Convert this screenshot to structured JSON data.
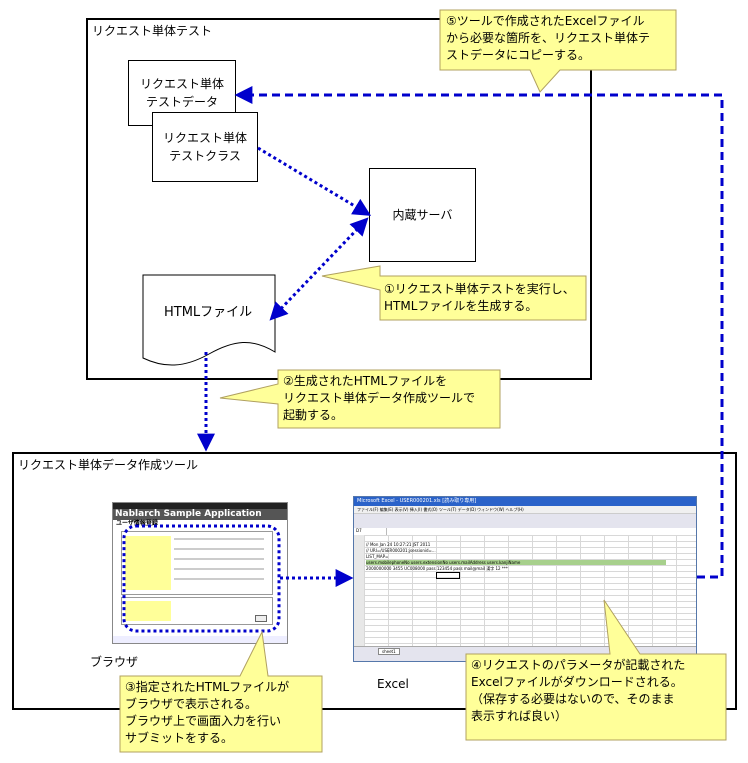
{
  "frames": {
    "test_frame_title": "リクエスト単体テスト",
    "tool_frame_title": "リクエスト単体データ作成ツール"
  },
  "nodes": {
    "test_data": [
      "リクエスト単体",
      "テストデータ"
    ],
    "test_class": [
      "リクエスト単体",
      "テストクラス"
    ],
    "server": "内蔵サーバ",
    "html_file": "HTMLファイル"
  },
  "callouts": {
    "c1": [
      "①リクエスト単体テストを実行し、",
      "HTMLファイルを生成する。"
    ],
    "c2": [
      "②生成されたHTMLファイルを",
      "リクエスト単体データ作成ツールで",
      "起動する。"
    ],
    "c3": [
      "③指定されたHTMLファイルが",
      "ブラウザで表示される。",
      "ブラウザ上で画面入力を行い",
      "サブミットをする。"
    ],
    "c4": [
      "④リクエストのパラメータが記載された",
      "Excelファイルがダウンロードされる。",
      "（保存する必要はないので、そのまま",
      "表示すれば良い）"
    ],
    "c5": [
      "⑤ツールで作成されたExcelファイル",
      "から必要な箇所を、リクエスト単体テ",
      "ストデータにコピーする。"
    ]
  },
  "captions": {
    "browser": "ブラウザ",
    "excel": "Excel"
  },
  "browser_shot": {
    "app_title": "Nablarch Sample Application",
    "section_title": "ユーザ情報登録"
  },
  "excel_shot": {
    "window_title": "Microsoft Excel - USER000201.xls [読み取り専用]",
    "menu": "ファイル(F)  編集(E)  表示(V)  挿入(I)  書式(O)  ツール(T)  データ(D)  ウィンドウ(W)  ヘルプ(H)",
    "cell_ref": "D7",
    "rows": [
      "// Mon Jan 24 10:27:21 JST 2011",
      "// URI=/USER000201;jsessionid=...",
      "LIST_MAP=",
      "users.mobilephoneNo  users.extensionNo  users.mailAddress  users.kanjiName",
      "2000000000  3455  UC008000  pass  123454  pass  mail@mail  漢字  12  ***"
    ],
    "sheet_tab": "sheet1"
  },
  "colors": {
    "callout_fill": "#ffff99",
    "callout_stroke": "#b0a060",
    "arrow": "#0000cc",
    "excel_titlebar": "#2a62c9",
    "nablarch_header": "#333333"
  }
}
